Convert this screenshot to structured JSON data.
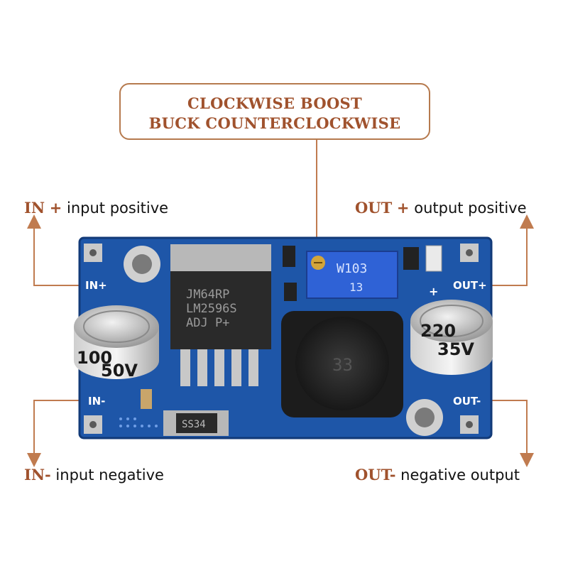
{
  "callout": {
    "line1": "CLOCKWISE BOOST",
    "line2": "BUCK COUNTERCLOCKWISE"
  },
  "labels": {
    "in_pos": {
      "term": "IN",
      "sign": "+",
      "desc": "input positive"
    },
    "in_neg": {
      "term": "IN-",
      "desc": "input negative"
    },
    "out_pos": {
      "term": "OUT",
      "sign": "+",
      "desc": "output positive"
    },
    "out_neg": {
      "term": "OUT-",
      "desc": "negative output"
    }
  },
  "board": {
    "silk_in_pos": "IN+",
    "silk_in_neg": "IN-",
    "silk_out_pos": "OUT+",
    "silk_out_neg": "OUT-",
    "silk_plus": "+",
    "regulator_line1": "JM64RP",
    "regulator_line2": "LM2596S",
    "regulator_line3": "ADJ   P+",
    "pot_line1": "W103",
    "pot_line2": "13",
    "cap_in_value": "100",
    "cap_in_voltage": "50V",
    "cap_out_value": "220",
    "cap_out_voltage": "35V",
    "inductor_mark": "33",
    "diode_mark": "SS34"
  },
  "colors": {
    "accent": "#a0522d",
    "pcb": "#1e56a8",
    "arrow": "#c07b4f"
  }
}
